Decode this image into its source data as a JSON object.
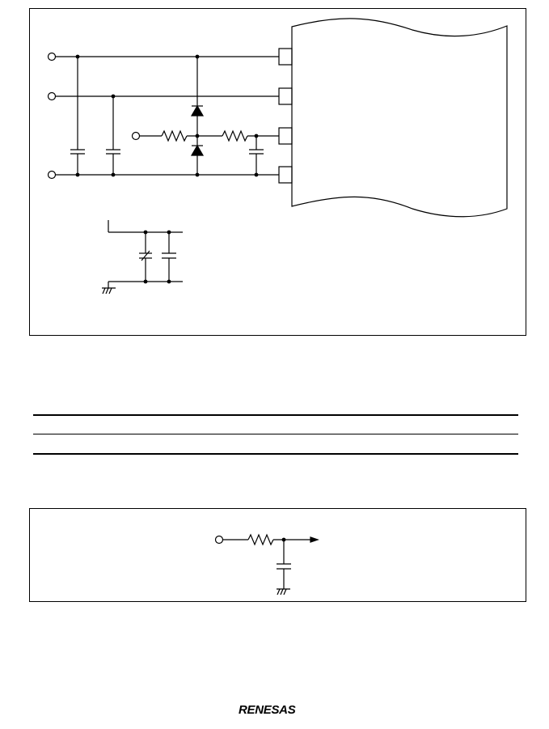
{
  "logo": {
    "text": "RENESAS"
  },
  "figure1": {
    "components": [
      "input-terminal-top",
      "input-terminal-middle",
      "input-terminal-ground",
      "signal-input-terminal",
      "resistor",
      "resistor",
      "diode",
      "diode",
      "capacitor",
      "capacitor",
      "capacitor",
      "pin",
      "pin",
      "pin",
      "pin"
    ]
  },
  "figure2": {
    "components": [
      "input-terminal",
      "resistor",
      "capacitor",
      "ground-symbol",
      "output-arrow"
    ]
  },
  "colors": {
    "line": "#000000",
    "background": "#ffffff"
  }
}
